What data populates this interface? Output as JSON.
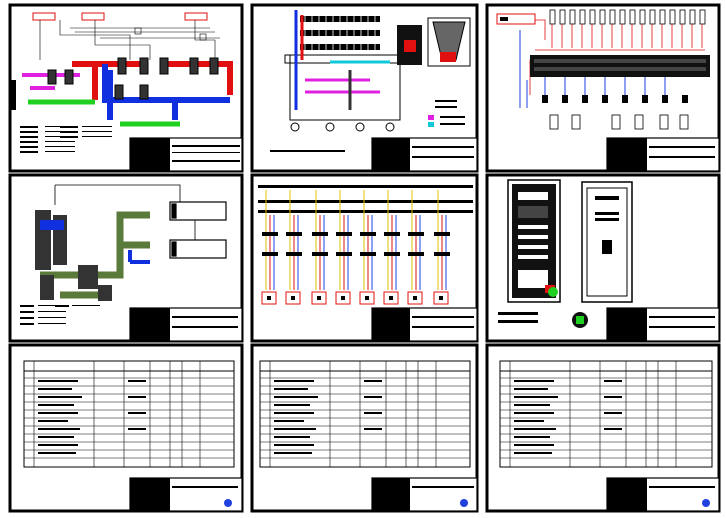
{
  "background": "#ffffff",
  "frame_color": "#000000",
  "sheets": [
    {
      "id": "sheet-1",
      "kind": "piping-schematic"
    },
    {
      "id": "sheet-2",
      "kind": "panel-layout"
    },
    {
      "id": "sheet-3",
      "kind": "control-wiring"
    },
    {
      "id": "sheet-4",
      "kind": "piping-3d"
    },
    {
      "id": "sheet-5",
      "kind": "single-line-wiring"
    },
    {
      "id": "sheet-6",
      "kind": "cabinet-drawing"
    },
    {
      "id": "sheet-7",
      "kind": "equipment-table"
    },
    {
      "id": "sheet-8",
      "kind": "equipment-table"
    },
    {
      "id": "sheet-9",
      "kind": "equipment-table"
    }
  ],
  "colors": {
    "pipe_red": "#e01010",
    "pipe_blue": "#1030e0",
    "pipe_green": "#20d020",
    "pipe_magenta": "#e020e0",
    "pipe_cyan": "#10c8d8",
    "pipe_olive": "#5a7a3a",
    "wire_red": "#e01010",
    "wire_yellow": "#e0c000",
    "wire_blue": "#2040e0"
  }
}
